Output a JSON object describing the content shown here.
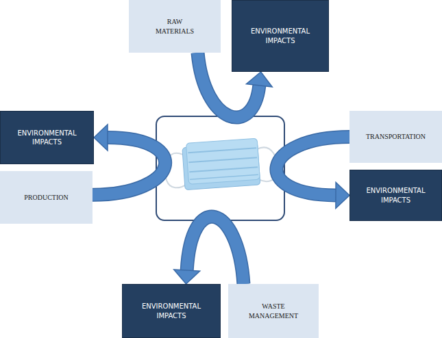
{
  "diagram": {
    "nodes": [
      {
        "text": [
          "RAW MATERIALS"
        ]
      },
      {
        "text": [
          "ENVIRONMENTAL IMPACTS"
        ]
      },
      {
        "text": [
          "ENVIRONMENTAL IMPACTS"
        ]
      },
      {
        "text": [
          "PRODUCTION"
        ]
      },
      {
        "text": [
          "TRANSPORTATION"
        ]
      },
      {
        "text": [
          "ENVIRONMENTAL IMPACTS"
        ]
      },
      {
        "text": [
          "ENVIRONMENTAL IMPACTS"
        ]
      },
      {
        "text": [
          "WASTE MANAGEMENT"
        ]
      }
    ],
    "edges": [
      {
        "from": 0,
        "to": 1,
        "arrow": "to"
      },
      {
        "from": 3,
        "to": 2,
        "arrow": "to"
      },
      {
        "from": 4,
        "to": 5,
        "arrow": "to"
      },
      {
        "from": 7,
        "to": 6,
        "arrow": "to"
      }
    ]
  }
}
